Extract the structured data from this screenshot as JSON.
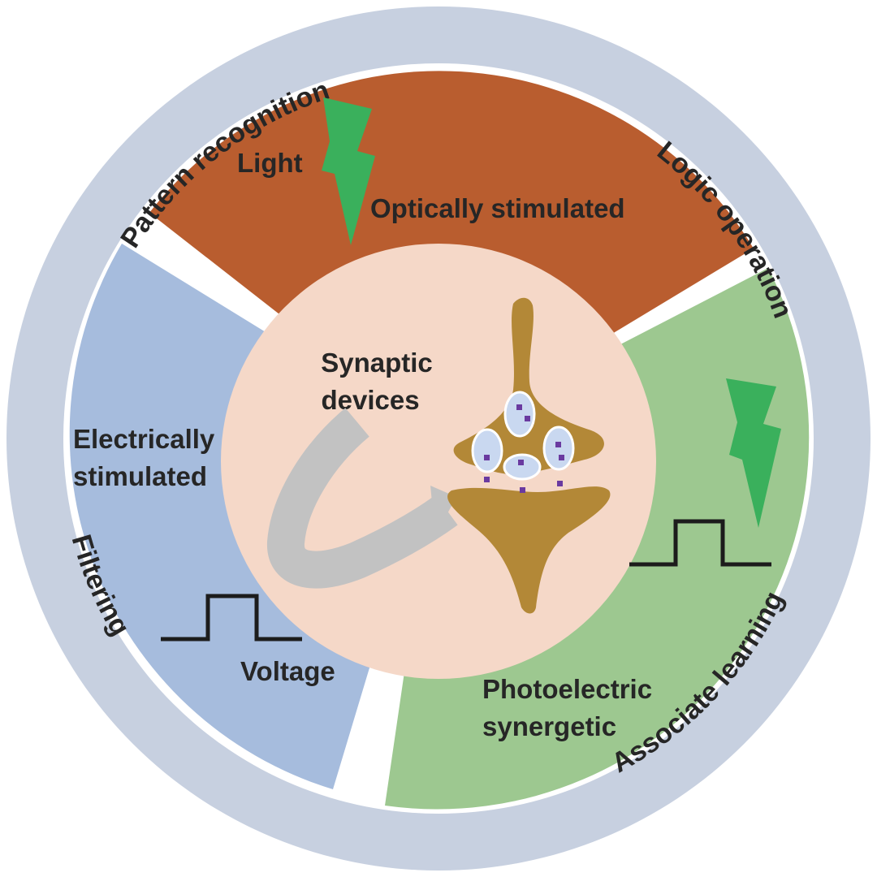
{
  "ring": {
    "top_left": "Pattern recognition",
    "top_right": "Logic operation",
    "bottom_right": "Filtering",
    "bottom_left": "Associate learning"
  },
  "segments": {
    "optical": {
      "stimulus": "Light",
      "title": "Optically stimulated",
      "color": "#b95d2f"
    },
    "electrical": {
      "title_line1": "Electrically",
      "title_line2": "stimulated",
      "stimulus": "Voltage",
      "color": "#a6bcdd"
    },
    "photoelectric": {
      "title_line1": "Photoelectric",
      "title_line2": "synergetic",
      "color": "#9dc890"
    }
  },
  "center": {
    "line1": "Synaptic",
    "line2": "devices",
    "color": "#f5d8c8"
  },
  "colors": {
    "ring": "#c7d0e0",
    "lightning": "#3ab05c",
    "synapse": "#b38837",
    "vesicle": "#c9d8f0",
    "neurotransmitter": "#6a3aa0",
    "arrow": "#c2c2c2"
  },
  "icons": [
    "lightning-bolt-icon",
    "pulse-signal-icon",
    "synapse-icon",
    "curved-arrow-icon"
  ]
}
